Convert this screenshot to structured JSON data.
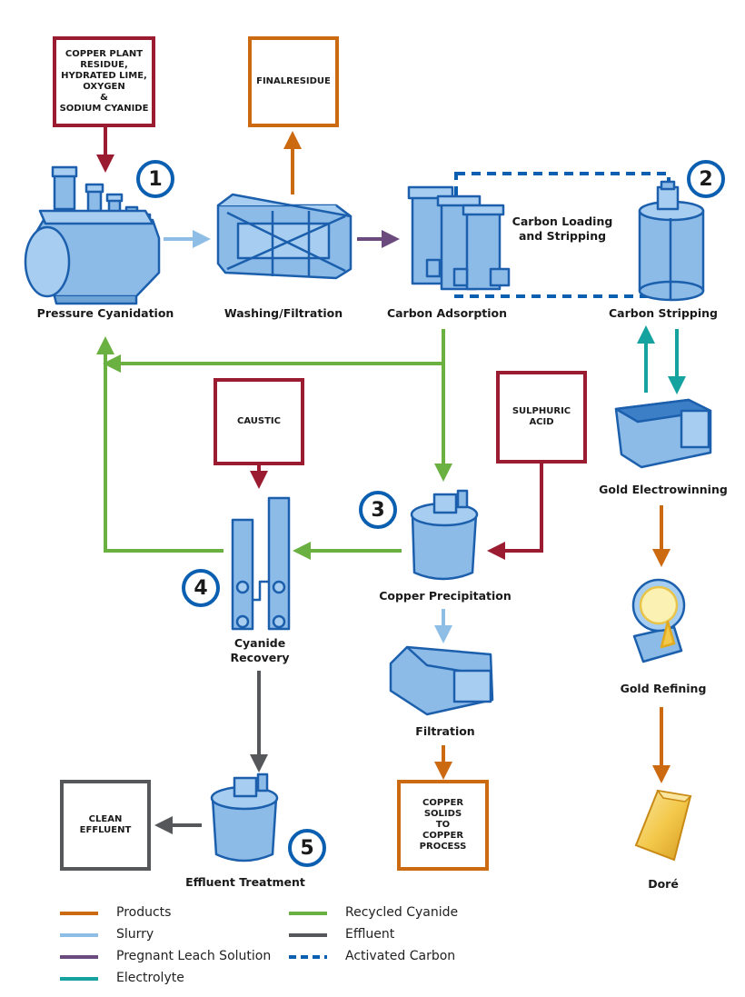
{
  "colors": {
    "products": "#cc6a12",
    "slurry": "#8ebde6",
    "pregnant_leach": "#6b4a7e",
    "electrolyte": "#16a3a0",
    "recycled_cyanide": "#6bb141",
    "effluent": "#55575a",
    "activated_carbon": "#0b5fb0",
    "input_box": "#9b1c31",
    "equipment_fill": "#8cbbe8",
    "equipment_stroke": "#1b5fad"
  },
  "input_boxes": {
    "copper_plant": [
      "COPPER PLANT",
      "RESIDUE,",
      "HYDRATED LIME,",
      "OXYGEN",
      "&",
      "SODIUM CYANIDE"
    ],
    "caustic": [
      "CAUSTIC"
    ],
    "sulphuric": [
      "SULPHURIC",
      "ACID"
    ]
  },
  "output_boxes": {
    "final_residue": [
      "FINALRESIDUE"
    ],
    "copper_solids": [
      "COPPER SOLIDS",
      "TO",
      "COPPER PROCESS"
    ],
    "clean_effluent": [
      "CLEAN",
      "EFFLUENT"
    ]
  },
  "stages": {
    "pressure_cyanidation": "Pressure Cyanidation",
    "washing": "Washing/Filtration",
    "carbon_adsorption": "Carbon Adsorption",
    "carbon_stripping": "Carbon Stripping",
    "carbon_loading": [
      "Carbon Loading",
      "and Stripping"
    ],
    "gold_electrowinning": "Gold Electrowinning",
    "gold_refining": "Gold Refining",
    "dore": "Doré",
    "copper_precipitation": "Copper Precipitation",
    "cyanide_recovery": [
      "Cyanide",
      "Recovery"
    ],
    "filtration": "Filtration",
    "effluent_treatment": "Effluent Treatment"
  },
  "badges": [
    "1",
    "2",
    "3",
    "4",
    "5"
  ],
  "legend": [
    {
      "label": "Products",
      "color": "#cc6a12",
      "style": "solid"
    },
    {
      "label": "Slurry",
      "color": "#8ebde6",
      "style": "solid"
    },
    {
      "label": "Pregnant Leach Solution",
      "color": "#6b4a7e",
      "style": "solid"
    },
    {
      "label": "Electrolyte",
      "color": "#16a3a0",
      "style": "solid"
    },
    {
      "label": "Recycled Cyanide",
      "color": "#6bb141",
      "style": "solid"
    },
    {
      "label": "Effluent",
      "color": "#55575a",
      "style": "solid"
    },
    {
      "label": "Activated Carbon",
      "color": "#0b5fb0",
      "style": "dashed"
    }
  ]
}
